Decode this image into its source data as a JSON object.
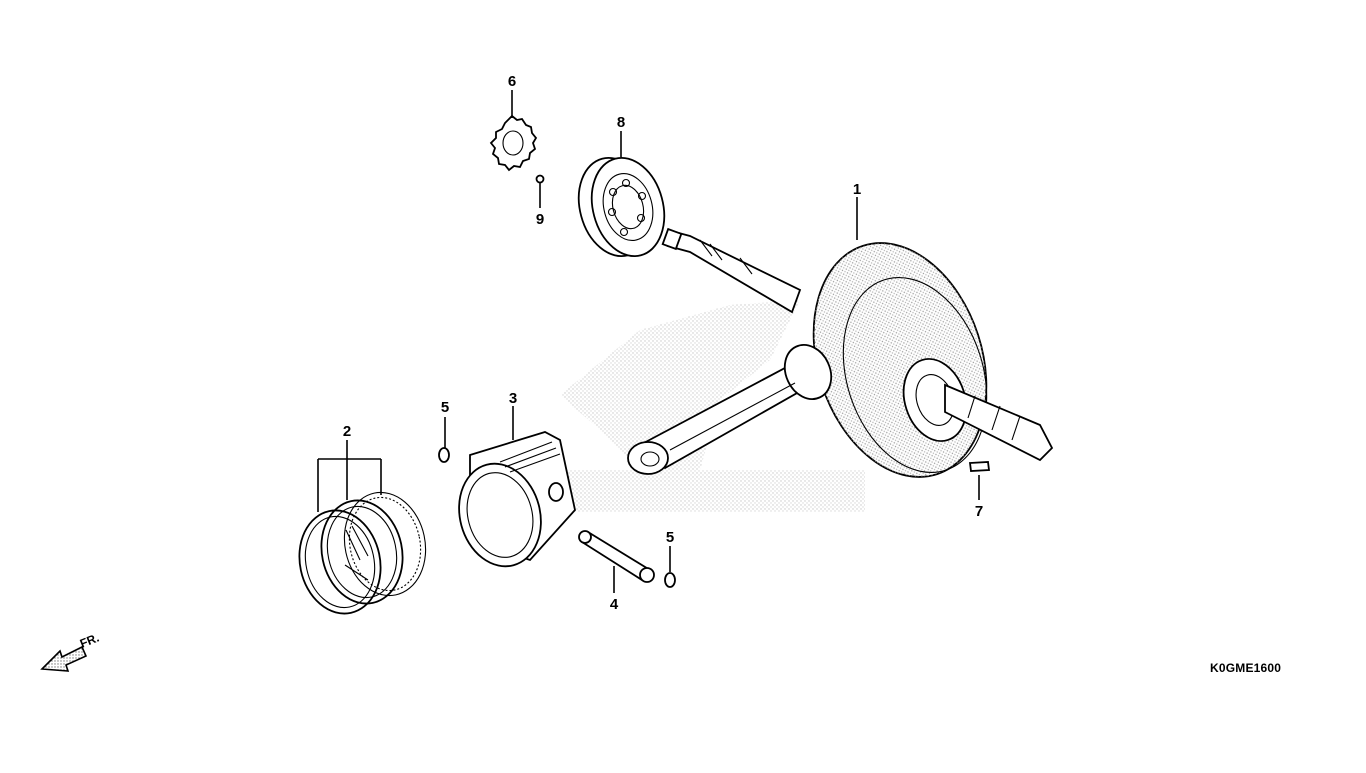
{
  "diagram": {
    "figure_code": "K0GME1600",
    "direction_label": "FR.",
    "parts": [
      {
        "ref": "1"
      },
      {
        "ref": "2"
      },
      {
        "ref": "3"
      },
      {
        "ref": "4"
      },
      {
        "ref": "5"
      },
      {
        "ref": "5"
      },
      {
        "ref": "6"
      },
      {
        "ref": "7"
      },
      {
        "ref": "8"
      },
      {
        "ref": "9"
      }
    ]
  }
}
